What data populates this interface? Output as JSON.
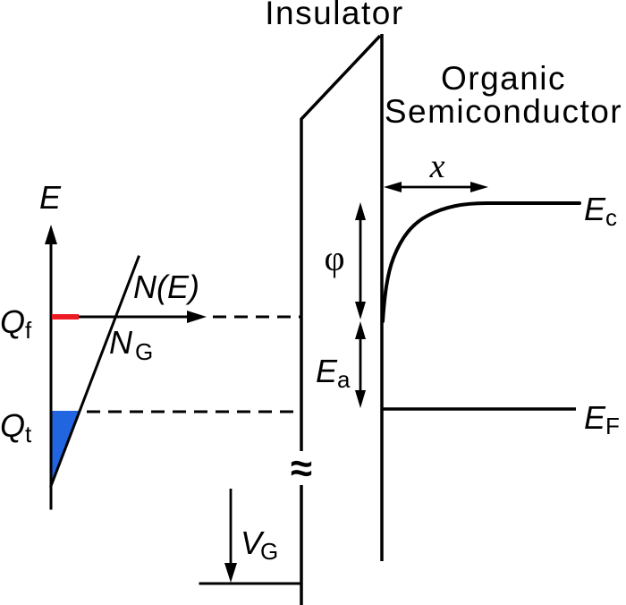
{
  "figure": {
    "regions": {
      "insulator_label": "Insulator",
      "organic_label_line1": "Organic",
      "organic_label_line2": "Semiconductor"
    },
    "dos_diagram": {
      "energy_axis_label": "E",
      "dos_curve_label": "N(E)",
      "gaussian_dos_label": {
        "main": "N",
        "sub": "G"
      },
      "free_charge_label": {
        "main": "Q",
        "sub": "f"
      },
      "trapped_charge_label": {
        "main": "Q",
        "sub": "t"
      }
    },
    "band_diagram": {
      "conduction_band_label": {
        "main": "E",
        "sub": "c"
      },
      "fermi_level_label": {
        "main": "E",
        "sub": "F"
      },
      "activation_energy_label": {
        "main": "E",
        "sub": "a"
      },
      "surface_potential_label": "φ",
      "depth_label": "x"
    },
    "gate": {
      "voltage_label": {
        "main": "V",
        "sub": "G"
      },
      "line_break_symbol": "≈"
    },
    "colors": {
      "line": "#000000",
      "background": "#ffffff",
      "free_charge_tick": "#ed1c24",
      "free_charge_text": "#a5131a",
      "trapped_charge_fill": "#2166e0",
      "trapped_charge_text": "#2b6de4"
    }
  }
}
